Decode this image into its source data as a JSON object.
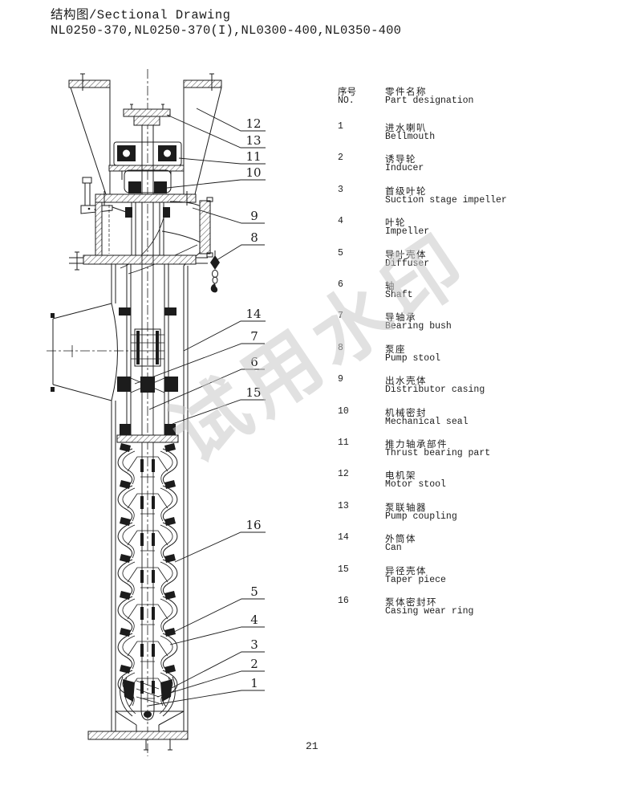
{
  "header": {
    "title": "结构图/Sectional Drawing",
    "models": "NL0250-370,NL0250-370(I),NL0300-400,NL0350-400"
  },
  "watermark": {
    "text": "试用水印",
    "color": "#c9c9c9"
  },
  "page_number": "21",
  "colors": {
    "line": "#1c1c1c",
    "background": "#ffffff",
    "watermark": "#c9c9c9"
  },
  "parts_list": {
    "header": {
      "no_zh": "序号",
      "no_en": "NO.",
      "name_zh": "零件名称",
      "name_en": "Part designation"
    },
    "rows": [
      {
        "no": "1",
        "zh": "进水喇叭",
        "en": "Bellmouth"
      },
      {
        "no": "2",
        "zh": "诱导轮",
        "en": "Inducer"
      },
      {
        "no": "3",
        "zh": "首级叶轮",
        "en": "Suction stage impeller"
      },
      {
        "no": "4",
        "zh": "叶轮",
        "en": "Impeller"
      },
      {
        "no": "5",
        "zh": "导叶壳体",
        "en": "Diffuser"
      },
      {
        "no": "6",
        "zh": "轴",
        "en": "Shaft"
      },
      {
        "no": "7",
        "zh": "导轴承",
        "en": "Bearing bush"
      },
      {
        "no": "8",
        "zh": "泵座",
        "en": "Pump stool"
      },
      {
        "no": "9",
        "zh": "出水壳体",
        "en": "Distributor casing"
      },
      {
        "no": "10",
        "zh": "机械密封",
        "en": "Mechanical seal"
      },
      {
        "no": "11",
        "zh": "推力轴承部件",
        "en": "Thrust bearing part"
      },
      {
        "no": "12",
        "zh": "电机架",
        "en": "Motor stool"
      },
      {
        "no": "13",
        "zh": "泵联轴器",
        "en": "Pump coupling"
      },
      {
        "no": "14",
        "zh": "外筒体",
        "en": "Can"
      },
      {
        "no": "15",
        "zh": "异径壳体",
        "en": "Taper piece"
      },
      {
        "no": "16",
        "zh": "泵体密封环",
        "en": "Casing wear ring"
      }
    ]
  },
  "drawing": {
    "callouts": [
      {
        "label": "12"
      },
      {
        "label": "13"
      },
      {
        "label": "11"
      },
      {
        "label": "10"
      },
      {
        "label": "9"
      },
      {
        "label": "8"
      },
      {
        "label": "14"
      },
      {
        "label": "7"
      },
      {
        "label": "6"
      },
      {
        "label": "15"
      },
      {
        "label": "16"
      },
      {
        "label": "5"
      },
      {
        "label": "4"
      },
      {
        "label": "3"
      },
      {
        "label": "2"
      },
      {
        "label": "1"
      }
    ]
  }
}
